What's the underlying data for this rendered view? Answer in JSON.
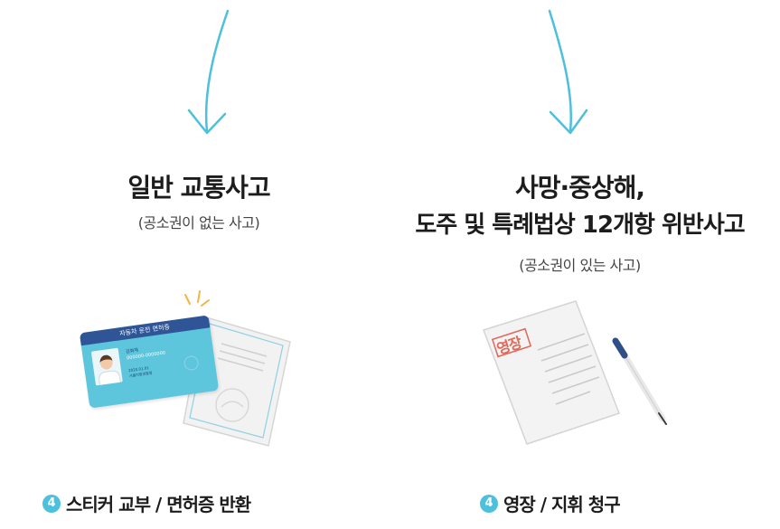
{
  "left": {
    "title": "일반 교통사고",
    "subtitle": "(공소권이 없는 사고)",
    "result_number": "4",
    "result_label": "스티커 교부 / 면허증 반환",
    "license_card": {
      "header": "자동차 운전 면허증",
      "name": "김화재",
      "number": "000000-0000000",
      "date": "2020.01.01",
      "issuer": "서울지방경찰청"
    }
  },
  "right": {
    "title_line1": "사망·중상해,",
    "title_line2": "도주 및 특례법상 12개항 위반사고",
    "subtitle": "(공소권이 있는 사고)",
    "result_number": "4",
    "result_label": "영장 / 지휘 청구",
    "warrant_label": "영장"
  },
  "colors": {
    "arrow": "#4cc0dc",
    "accent": "#4cc0dc",
    "stamp": "#e0695a"
  }
}
